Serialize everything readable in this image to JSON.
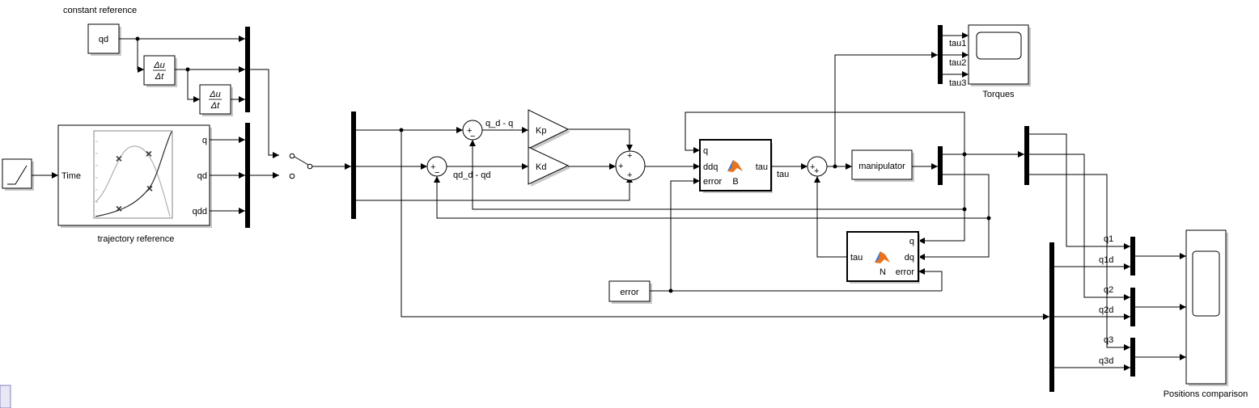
{
  "labels": {
    "constant_reference": "constant reference",
    "qd_source": "qd",
    "du_dt_num": "Δu",
    "du_dt_den": "Δt",
    "time": "Time",
    "trajectory_reference": "trajectory reference",
    "port_q": "q",
    "port_qd": "qd",
    "port_qdd": "qdd",
    "sig_qd_minus_q": "q_d - q",
    "sig_qdd_minus_qd": "qd_d - qd",
    "gain_kp": "Kp",
    "gain_kd": "Kd",
    "b_in_q": "q",
    "b_in_ddq": "ddq",
    "b_in_error": "error",
    "b_out_tau": "tau",
    "b_name": "B",
    "sig_tau": "tau",
    "manipulator": "manipulator",
    "tau1": "tau1",
    "tau2": "tau2",
    "tau3": "tau3",
    "torques": "Torques",
    "n_in_q": "q",
    "n_in_dq": "dq",
    "n_in_error": "error",
    "n_out_tau": "tau",
    "n_name": "N",
    "error_const": "error",
    "q1": "q1",
    "q1d": "q1d",
    "q2": "q2",
    "q2d": "q2d",
    "q3": "q3",
    "q3d": "q3d",
    "positions_comparison": "Positions comparison",
    "plus": "+",
    "minus": "−"
  },
  "colors": {
    "block_fill": "#ffffff",
    "line": "#000000",
    "shadow": "#c8c8c8",
    "scope_face": "#ffffff",
    "matlab_icon_orange": "#e8731c",
    "matlab_icon_blue": "#3a7bd5",
    "trajectory_curve": "#2b2b2b",
    "trajectory_curve_light": "#b0b0b0"
  },
  "icons": {
    "ramp": "ramp-icon",
    "derivative": "derivative-icon",
    "switch": "manual-switch-icon",
    "matlab_function": "matlab-function-icon",
    "scope": "scope-icon"
  }
}
